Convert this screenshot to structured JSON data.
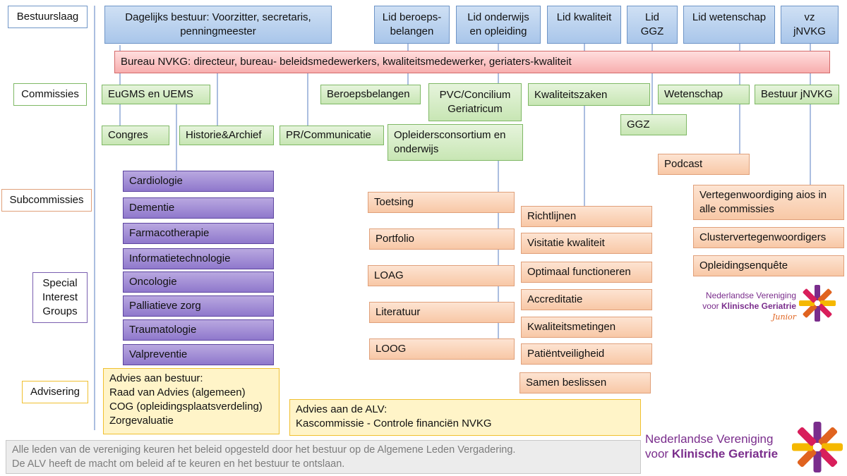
{
  "levels": {
    "bestuurslaag": "Bestuurslaag",
    "commissies": "Commissies",
    "subcommissies": "Subcommissies",
    "sig": "Special Interest Groups",
    "advisering": "Advisering"
  },
  "board": {
    "daily": "Dagelijks bestuur: Voorzitter, secretaris, penningmeester",
    "beroepsbelangen": "Lid beroeps-belangen",
    "onderwijs": "Lid onderwijs en opleiding",
    "kwaliteit": "Lid kwaliteit",
    "ggz": "Lid GGZ",
    "wetenschap": "Lid wetenschap",
    "jnvkg": "vz jNVKG"
  },
  "bureau": "Bureau NVKG: directeur, bureau- beleidsmedewerkers, kwaliteitsmedewerker, geriaters-kwaliteit",
  "committees": {
    "eugms": "EuGMS en UEMS",
    "beroepsbelangen": "Beroepsbelangen",
    "pvc": "PVC/Concilium Geriatricum",
    "kwaliteitszaken": "Kwaliteitszaken",
    "wetenschap": "Wetenschap",
    "bestuur_jnvkg": "Bestuur jNVKG",
    "ggz": "GGZ",
    "congres": "Congres",
    "historie": "Historie&Archief",
    "pr": "PR/Communicatie",
    "opleiders": "Opleidersconsortium en onderwijs"
  },
  "subcommittees": {
    "onderwijs": [
      "Toetsing",
      "Portfolio",
      "LOAG",
      "Literatuur",
      "LOOG"
    ],
    "kwaliteit": [
      "Richtlijnen",
      "Visitatie kwaliteit",
      "Optimaal functioneren",
      "Accreditatie",
      "Kwaliteitsmetingen",
      "Patiëntveiligheid",
      "Samen beslissen"
    ],
    "wetenschap": [
      "Podcast"
    ],
    "jnvkg": [
      "Vertegenwoordiging aios in alle commissies",
      "Clustervertegenwoordigers",
      "Opleidingsenquête"
    ]
  },
  "sigs": [
    "Cardiologie",
    "Dementie",
    "Farmacotherapie",
    "Informatietechnologie",
    "Oncologie",
    "Palliatieve zorg",
    "Traumatologie",
    "Valpreventie"
  ],
  "advice": {
    "bestuur_title": "Advies aan bestuur:",
    "bestuur_items": [
      "Raad van Advies (algemeen)",
      "COG (opleidingsplaatsverdeling)",
      "Zorgevaluatie"
    ],
    "alv_title": "Advies aan de ALV:",
    "alv_items": [
      "Kascommissie - Controle financiën NVKG"
    ]
  },
  "footer": {
    "line1": "Alle leden van de vereniging keuren het beleid opgesteld door het bestuur op de Algemene Leden Vergadering.",
    "line2": "De ALV heeft de macht om beleid af te keuren en het bestuur te ontslaan."
  },
  "logo": {
    "line1": "Nederlandse Vereniging",
    "line2_prefix": "voor",
    "line2_bold": "Klinische Geriatrie",
    "junior": "Junior"
  },
  "colors": {
    "board": "#a9c6ea",
    "bureau": "#f7aeae",
    "committee": "#c8e6b4",
    "subcommittee": "#f8c8a6",
    "sig": "#8f78cc",
    "advice": "#fff4c8",
    "logo_purple": "#7a2d8c",
    "logo_orange": "#e0631f"
  }
}
